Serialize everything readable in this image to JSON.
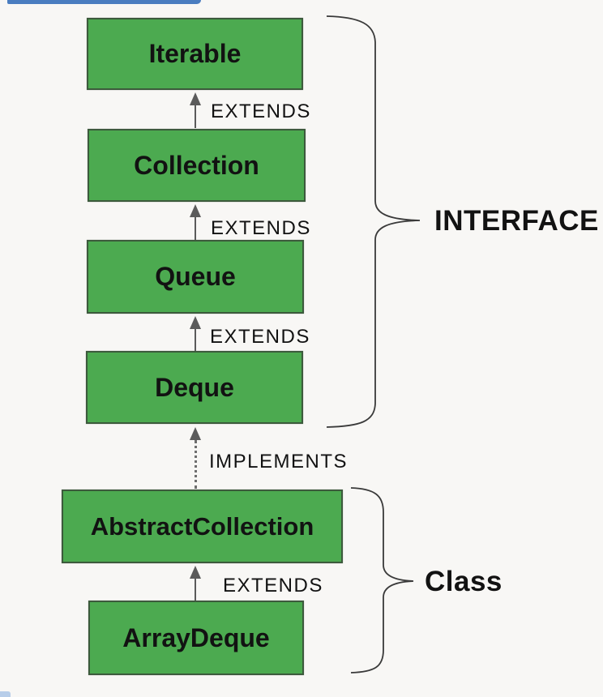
{
  "diagram": {
    "nodes": [
      {
        "label": "Iterable",
        "kind": "interface"
      },
      {
        "label": "Collection",
        "kind": "interface"
      },
      {
        "label": "Queue",
        "kind": "interface"
      },
      {
        "label": "Deque",
        "kind": "interface"
      },
      {
        "label": "AbstractCollection",
        "kind": "class"
      },
      {
        "label": "ArrayDeque",
        "kind": "class"
      }
    ],
    "edges": [
      {
        "label": "EXTENDS",
        "from": "Collection",
        "to": "Iterable",
        "style": "solid"
      },
      {
        "label": "EXTENDS",
        "from": "Queue",
        "to": "Collection",
        "style": "solid"
      },
      {
        "label": "EXTENDS",
        "from": "Deque",
        "to": "Queue",
        "style": "solid"
      },
      {
        "label": "IMPLEMENTS",
        "from": "AbstractCollection",
        "to": "Deque",
        "style": "dotted"
      },
      {
        "label": "EXTENDS",
        "from": "ArrayDeque",
        "to": "AbstractCollection",
        "style": "solid"
      }
    ],
    "groups": [
      {
        "label": "INTERFACE",
        "members": [
          "Iterable",
          "Collection",
          "Queue",
          "Deque"
        ]
      },
      {
        "label": "Class",
        "members": [
          "AbstractCollection",
          "ArrayDeque"
        ]
      }
    ],
    "colors": {
      "node_fill": "#4caa50",
      "node_border": "#3c5a3c",
      "background": "#f8f7f5",
      "arrow": "#5b5b5b",
      "text": "#121212",
      "brace": "#3a3a3a",
      "accent_bar": "#4a7dc0",
      "accent_chip": "#b7cde9"
    }
  }
}
